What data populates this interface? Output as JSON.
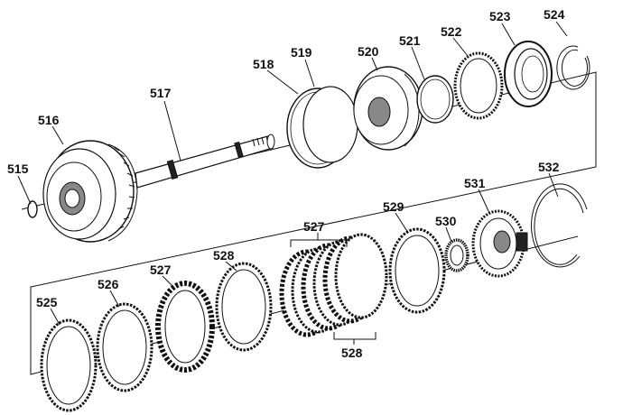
{
  "diagram": {
    "callouts": [
      {
        "id": "c515",
        "label": "515"
      },
      {
        "id": "c516",
        "label": "516"
      },
      {
        "id": "c517",
        "label": "517"
      },
      {
        "id": "c518",
        "label": "518"
      },
      {
        "id": "c519",
        "label": "519"
      },
      {
        "id": "c520",
        "label": "520"
      },
      {
        "id": "c521",
        "label": "521"
      },
      {
        "id": "c522",
        "label": "522"
      },
      {
        "id": "c523",
        "label": "523"
      },
      {
        "id": "c524",
        "label": "524"
      },
      {
        "id": "c525",
        "label": "525"
      },
      {
        "id": "c526",
        "label": "526"
      },
      {
        "id": "c527a",
        "label": "527"
      },
      {
        "id": "c528a",
        "label": "528"
      },
      {
        "id": "c527b",
        "label": "527"
      },
      {
        "id": "c529",
        "label": "529"
      },
      {
        "id": "c530",
        "label": "530"
      },
      {
        "id": "c531",
        "label": "531"
      },
      {
        "id": "c532",
        "label": "532"
      },
      {
        "id": "c528b",
        "label": "528"
      }
    ]
  },
  "colors": {
    "line": "#111111",
    "background": "#ffffff"
  }
}
